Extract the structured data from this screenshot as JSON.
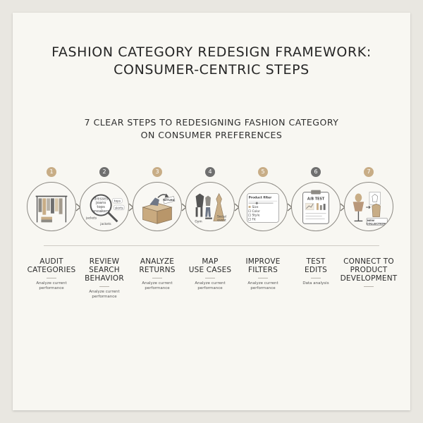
{
  "title": {
    "line1": "FASHION CATEGORY REDESIGN FRAMEWORK:",
    "line2": "CONSUMER-CENTRIC STEPS"
  },
  "subtitle": {
    "line1": "7 CLEAR STEPS TO REDESIGNING FASHION CATEGORY",
    "line2": "ON CONSUMER PREFERENCES"
  },
  "accent_colors": {
    "odd_badge": "#c8ad86",
    "even_badge": "#6f6f6f",
    "line": "#8d8a84"
  },
  "steps": [
    {
      "number": "1",
      "title_lines": [
        "AUDIT",
        "CATEGORIES"
      ],
      "description": "Analyze current performance",
      "icon": "clothing-rack-icon"
    },
    {
      "number": "2",
      "title_lines": [
        "REVIEW",
        "SEARCH",
        "BEHAVIOR"
      ],
      "description": "Analyze current performance",
      "icon": "magnifier-search-terms-icon",
      "icon_text": [
        "dresses",
        "jeans",
        "tops",
        "sneakers",
        "tops",
        "skirts",
        "jackets",
        "jackets"
      ]
    },
    {
      "number": "3",
      "title_lines": [
        "ANALYZE",
        "RETURNS"
      ],
      "description": "Analyze current performance",
      "icon": "return-box-icon",
      "icon_text": [
        "RETURN"
      ]
    },
    {
      "number": "4",
      "title_lines": [
        "MAP",
        "USE CASES"
      ],
      "description": "Analyze current performance",
      "icon": "outfits-occasions-icon",
      "icon_text": [
        "Gym",
        "Social event"
      ]
    },
    {
      "number": "5",
      "title_lines": [
        "IMPROVE",
        "FILTERS"
      ],
      "description": "Analyze current performance",
      "icon": "product-filter-panel-icon",
      "icon_text": [
        "Product filter",
        "Size",
        "Color",
        "Style",
        "Fit"
      ]
    },
    {
      "number": "6",
      "title_lines": [
        "TEST",
        "EDITS"
      ],
      "description": "Data analysis",
      "icon": "ab-test-clipboard-icon",
      "icon_text": [
        "A/B TEST"
      ]
    },
    {
      "number": "7",
      "title_lines": [
        "CONNECT TO",
        "PRODUCT",
        "DEVELOPMENT"
      ],
      "description": "",
      "icon": "mannequin-new-collections-icon",
      "icon_text": [
        "NEW",
        "COLLECTIONS"
      ]
    }
  ]
}
